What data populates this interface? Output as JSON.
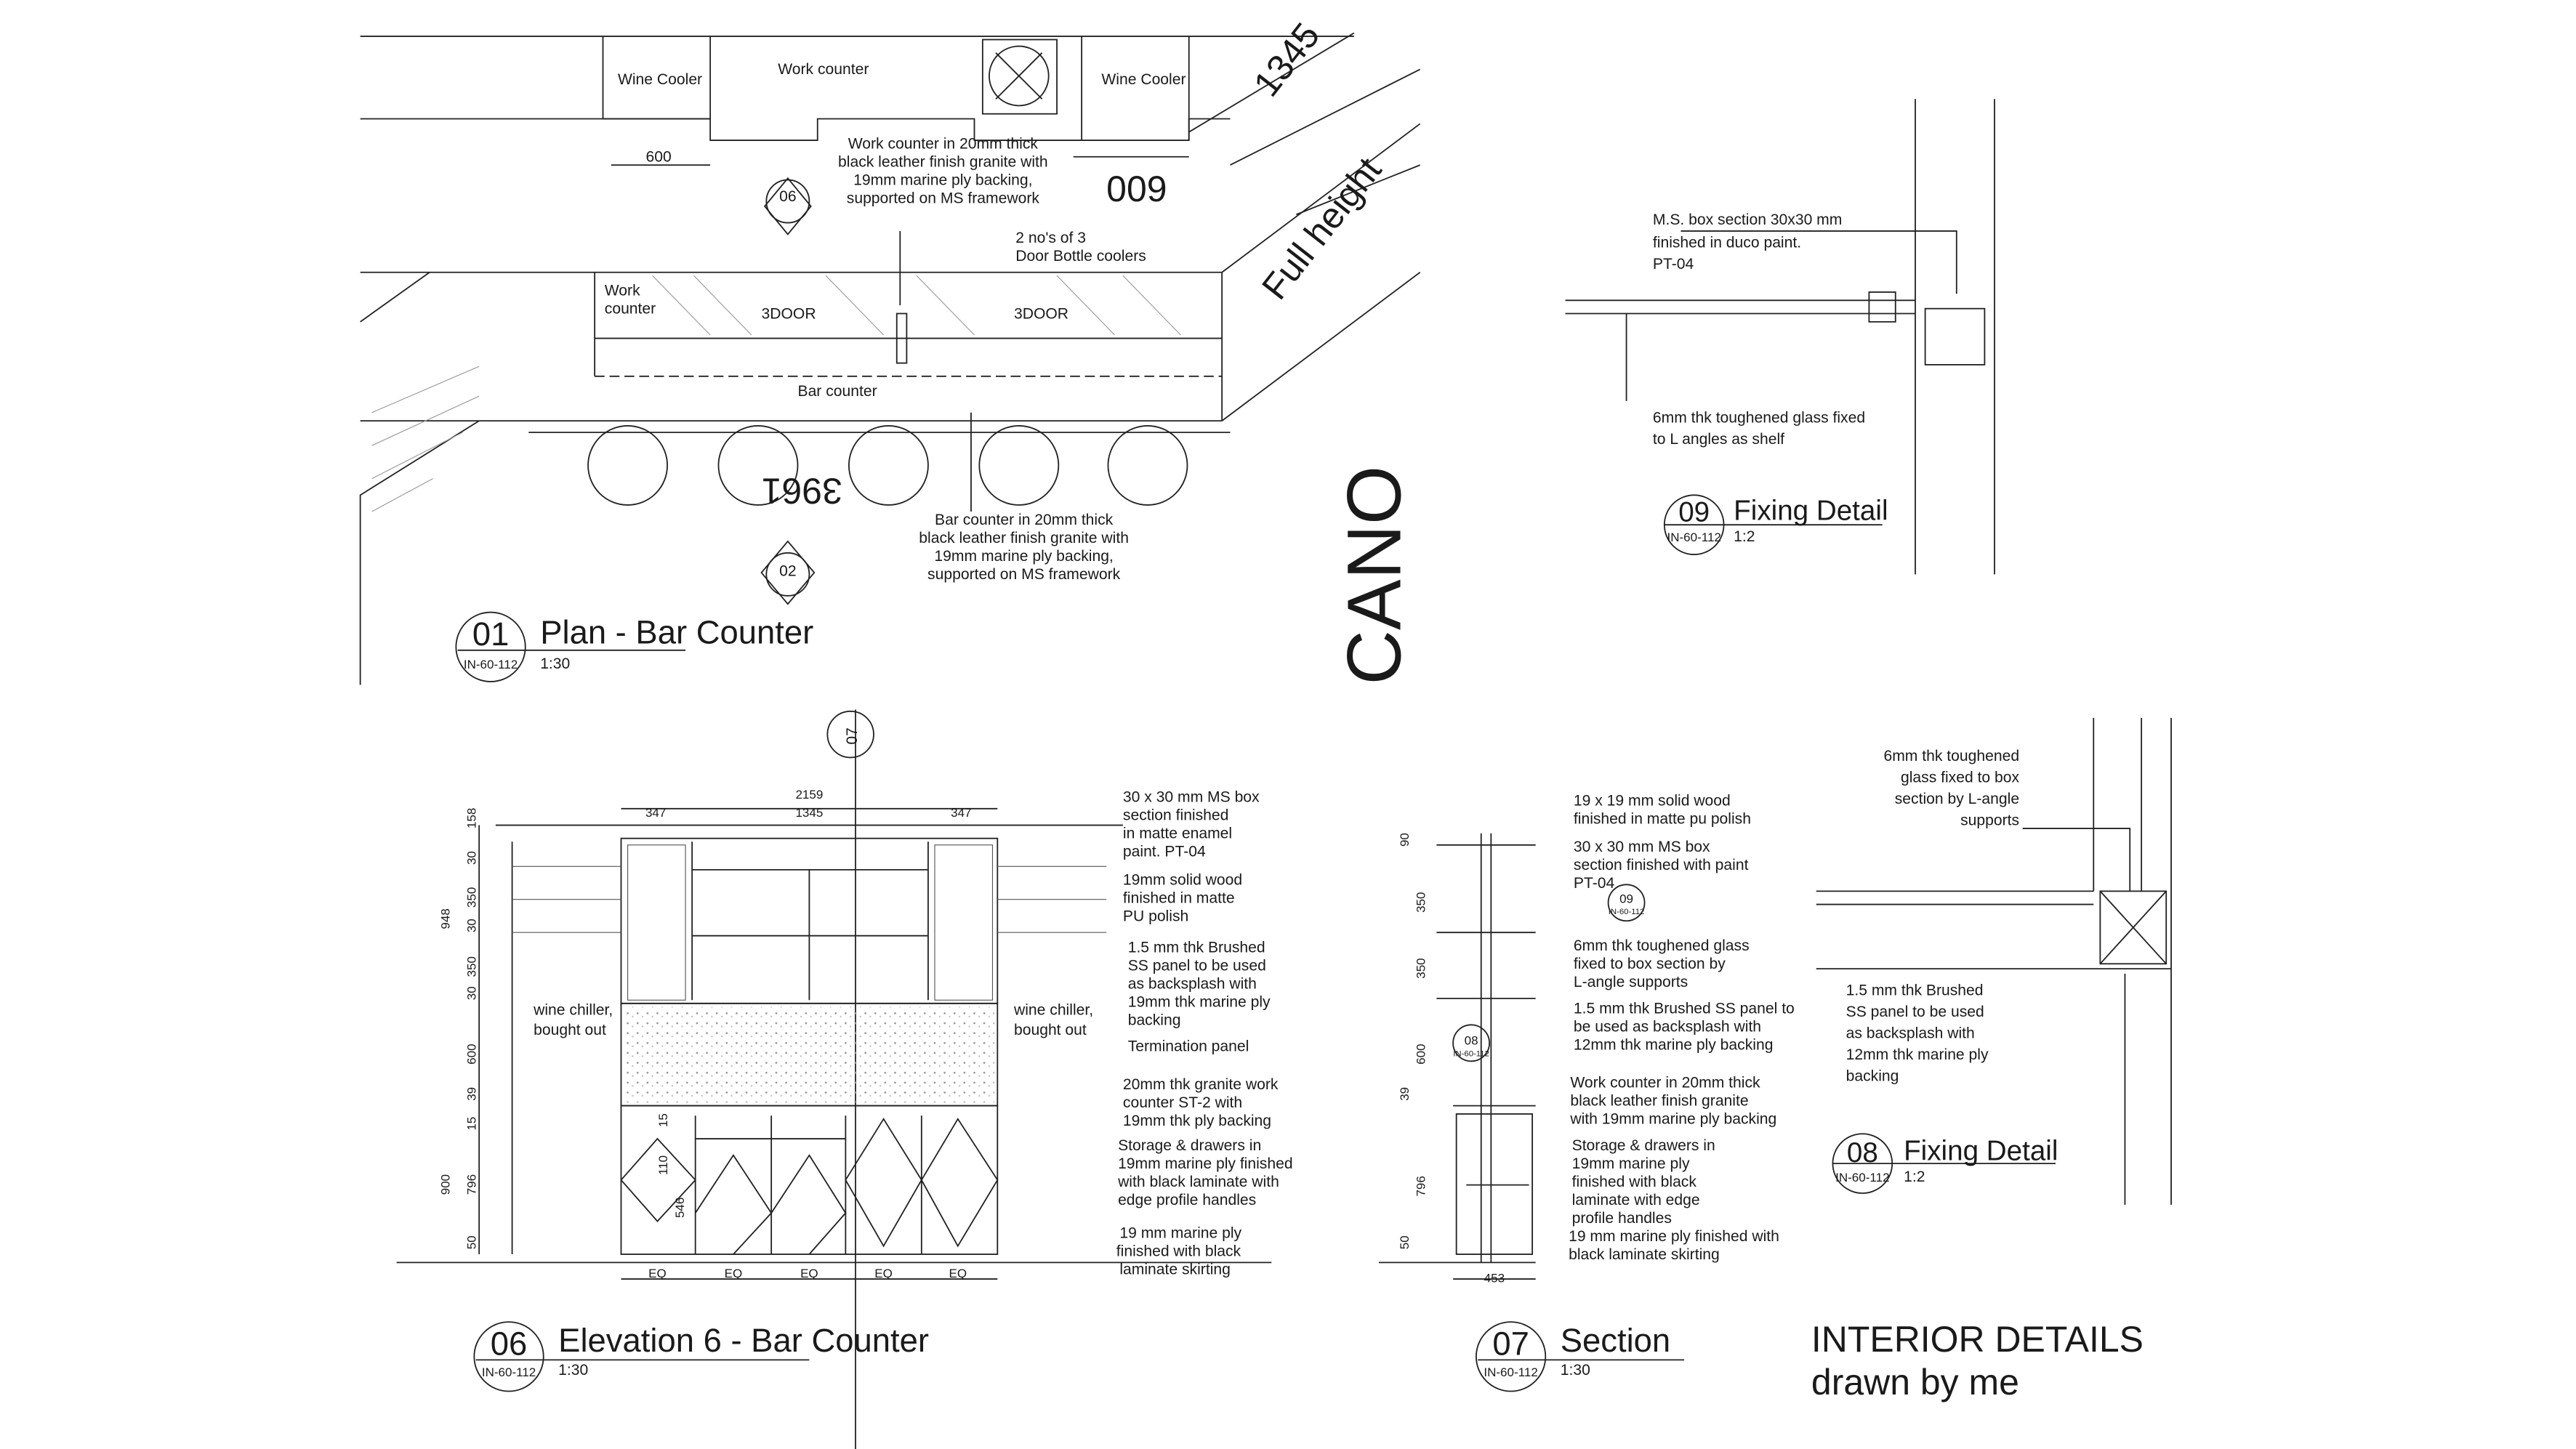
{
  "plan": {
    "number": "01",
    "sheet": "IN-60-112",
    "title": "Plan - Bar Counter",
    "scale": "1:30",
    "wine_cooler_left": "Wine Cooler",
    "wine_cooler_right": "Wine Cooler",
    "work_counter_top": "Work counter",
    "dim_600": "600",
    "dim_009": "009",
    "dim_1345": "1345",
    "full_height": "Full height",
    "tag_06": "06",
    "tag_02": "02",
    "work_counter_note": [
      "Work counter in 20mm thick",
      "black leather finish granite with",
      "19mm marine ply backing,",
      "supported on MS framework"
    ],
    "bottle_note": [
      "2 no's of 3",
      "Door Bottle coolers"
    ],
    "work_counter_side": [
      "Work",
      "counter"
    ],
    "door_1": "3DOOR",
    "door_2": "3DOOR",
    "bar_counter": "Bar counter",
    "dim_3961": "3961",
    "bar_counter_note": [
      "Bar counter in 20mm thick",
      "black leather finish granite with",
      "19mm marine ply backing,",
      "supported on MS framework"
    ],
    "cano": "CANO"
  },
  "detail09": {
    "number": "09",
    "sheet": "IN-60-112",
    "title": "Fixing Detail",
    "scale": "1:2",
    "note_box": [
      "M.S. box section  30x30 mm",
      "finished in duco paint.",
      "PT-04"
    ],
    "note_glass": [
      "6mm thk toughened glass fixed",
      "to L angles as shelf"
    ]
  },
  "elevation06": {
    "number": "06",
    "sheet": "IN-60-112",
    "title": "Elevation 6 - Bar Counter",
    "scale": "1:30",
    "tag_07": "07",
    "dims_top": [
      "2159",
      "347",
      "1345",
      "347"
    ],
    "dims_left": [
      "158",
      "30",
      "350",
      "30",
      "350",
      "30",
      "948",
      "600",
      "39",
      "15",
      "796",
      "900",
      "50"
    ],
    "dims_inner": [
      "15",
      "110",
      "546"
    ],
    "eq": [
      "EQ",
      "EQ",
      "EQ",
      "EQ",
      "EQ"
    ],
    "wine_chiller_left": [
      "wine chiller,",
      "bought out"
    ],
    "wine_chiller_right": [
      "wine chiller,",
      "bought out"
    ],
    "notes": [
      [
        "30 x 30 mm MS box",
        "section finished",
        "in matte enamel",
        "paint. PT-04"
      ],
      [
        "19mm solid wood",
        "finished in matte",
        "PU polish"
      ],
      [
        "1.5 mm thk Brushed",
        "SS panel to be used",
        "as backsplash  with",
        "19mm thk marine ply",
        "backing"
      ],
      [
        "Termination panel"
      ],
      [
        "20mm thk granite work",
        "counter  ST-2 with",
        "19mm thk ply backing"
      ],
      [
        "Storage & drawers in",
        "19mm marine ply finished",
        "with black laminate with",
        "edge profile handles"
      ],
      [
        "19 mm marine ply",
        "finished with black",
        "laminate skirting"
      ]
    ]
  },
  "section07": {
    "number": "07",
    "sheet": "IN-60-112",
    "title": "Section",
    "scale": "1:30",
    "dims_left": [
      "90",
      "350",
      "350",
      "600",
      "39",
      "796",
      "50"
    ],
    "dim_bottom": "453",
    "tag_09": "09",
    "tag_08": "08",
    "tag_sheet": "IN-60-112",
    "notes": [
      [
        "19 x 19 mm solid wood",
        "finished in matte pu polish"
      ],
      [
        "30 x 30 mm MS box",
        "section finished with paint",
        "PT-04"
      ],
      [
        "6mm thk toughened glass",
        "fixed to box section by",
        "L-angle supports"
      ],
      [
        "1.5 mm thk Brushed SS panel to",
        "be used as backsplash  with",
        "12mm thk marine ply backing"
      ],
      [
        "Work counter in 20mm thick",
        "black leather finish granite",
        "with 19mm marine ply backing"
      ],
      [
        "Storage & drawers in",
        "19mm marine ply",
        "finished with black",
        "laminate with edge",
        "profile handles"
      ],
      [
        "19 mm marine ply finished with",
        "black laminate skirting"
      ]
    ]
  },
  "detail08": {
    "number": "08",
    "sheet": "IN-60-112",
    "title": "Fixing Detail",
    "scale": "1:2",
    "note_glass": [
      "6mm thk toughened",
      "glass fixed to box",
      "section by L-angle",
      "supports"
    ],
    "note_panel": [
      "1.5 mm thk Brushed",
      "SS panel to be used",
      "as backsplash  with",
      "12mm thk marine ply",
      "backing"
    ]
  },
  "footer": {
    "title": "INTERIOR DETAILS",
    "subtitle": "drawn by me"
  }
}
